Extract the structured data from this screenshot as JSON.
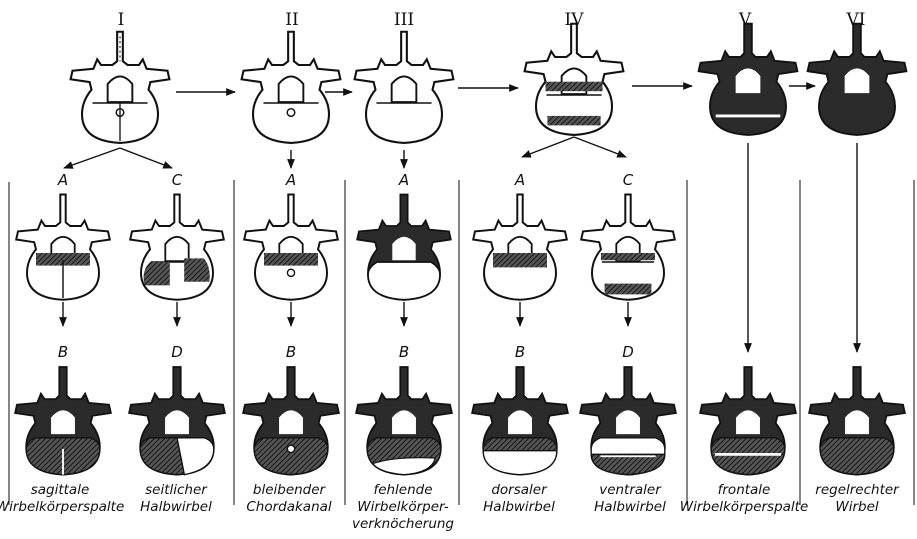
{
  "stages": [
    "I",
    "II",
    "III",
    "IV",
    "V",
    "VI"
  ],
  "row_labels": [
    "A",
    "C",
    "A",
    "A",
    "A",
    "C",
    "B",
    "D",
    "B",
    "B",
    "B",
    "D"
  ],
  "captions": [
    [
      "sagittale",
      "Wirbelkörperspalte"
    ],
    [
      "seitlicher",
      "Halbwirbel"
    ],
    [
      "bleibender",
      "Chordakanal"
    ],
    [
      "fehlende",
      "Wirbelkörper-",
      "verknöcherung"
    ],
    [
      "dorsaler",
      "Halbwirbel"
    ],
    [
      "ventraler",
      "Halbwirbel"
    ],
    [
      "frontale",
      "Wirbelkörperspalte"
    ],
    [
      "regelrechter",
      "Wirbel"
    ]
  ],
  "colors": {
    "ink": "#111111",
    "bone": "#2b2b2b",
    "paper": "#ffffff"
  }
}
